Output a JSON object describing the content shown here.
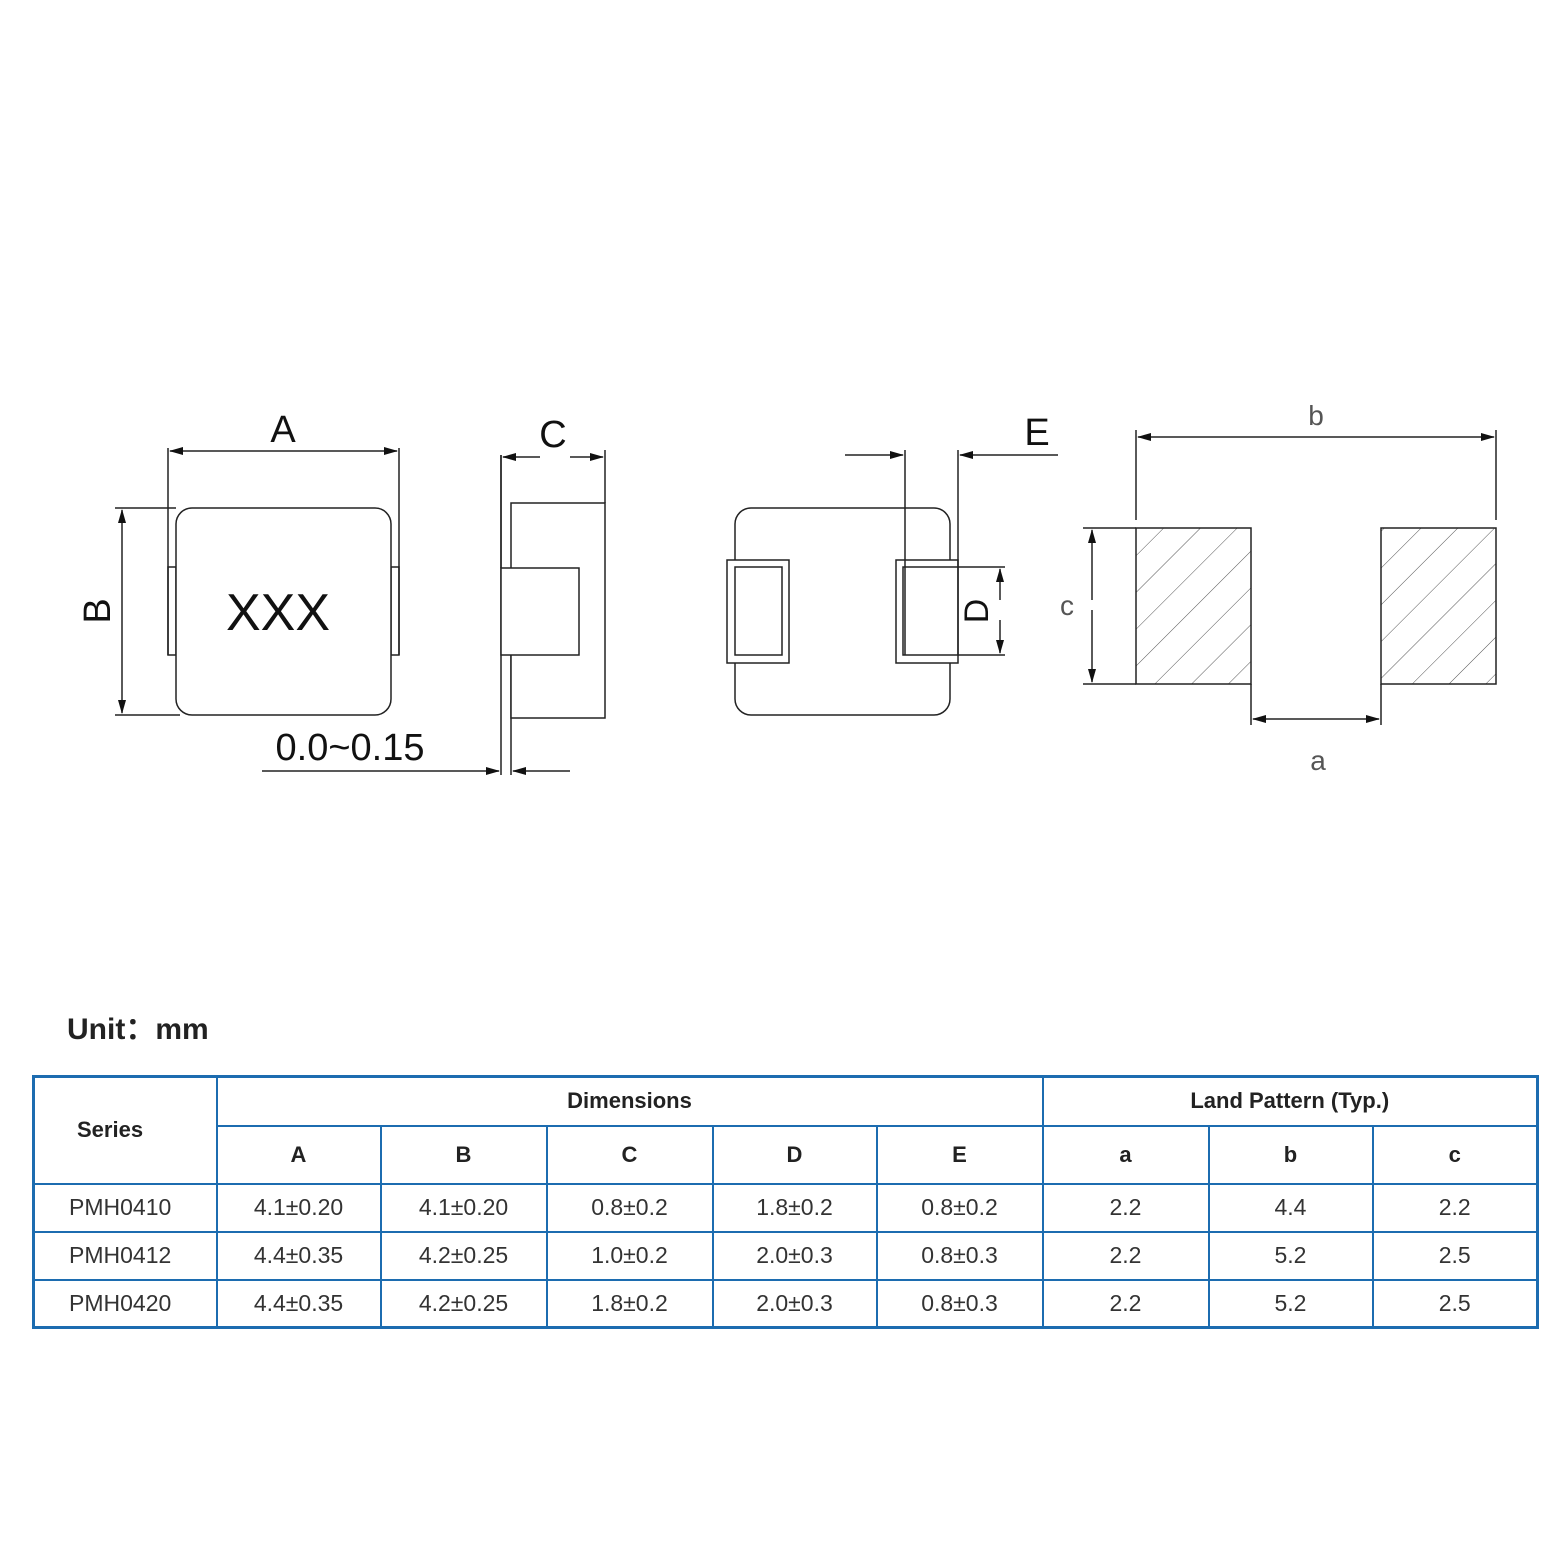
{
  "drawing": {
    "labels": {
      "A": "A",
      "B": "B",
      "C": "C",
      "D": "D",
      "E": "E",
      "a": "a",
      "b": "b",
      "c": "c"
    },
    "marking": "XXX",
    "gap": "0.0~0.15"
  },
  "unit_label": "Unit：mm",
  "table": {
    "series_header": "Series",
    "dimensions_header": "Dimensions",
    "land_pattern_header": "Land Pattern (Typ.)",
    "columns": [
      "A",
      "B",
      "C",
      "D",
      "E",
      "a",
      "b",
      "c"
    ],
    "rows": [
      {
        "series": "PMH0410",
        "values": [
          "4.1±0.20",
          "4.1±0.20",
          "0.8±0.2",
          "1.8±0.2",
          "0.8±0.2",
          "2.2",
          "4.4",
          "2.2"
        ]
      },
      {
        "series": "PMH0412",
        "values": [
          "4.4±0.35",
          "4.2±0.25",
          "1.0±0.2",
          "2.0±0.3",
          "0.8±0.3",
          "2.2",
          "5.2",
          "2.5"
        ]
      },
      {
        "series": "PMH0420",
        "values": [
          "4.4±0.35",
          "4.2±0.25",
          "1.8±0.2",
          "2.0±0.3",
          "0.8±0.3",
          "2.2",
          "5.2",
          "2.5"
        ]
      }
    ]
  }
}
